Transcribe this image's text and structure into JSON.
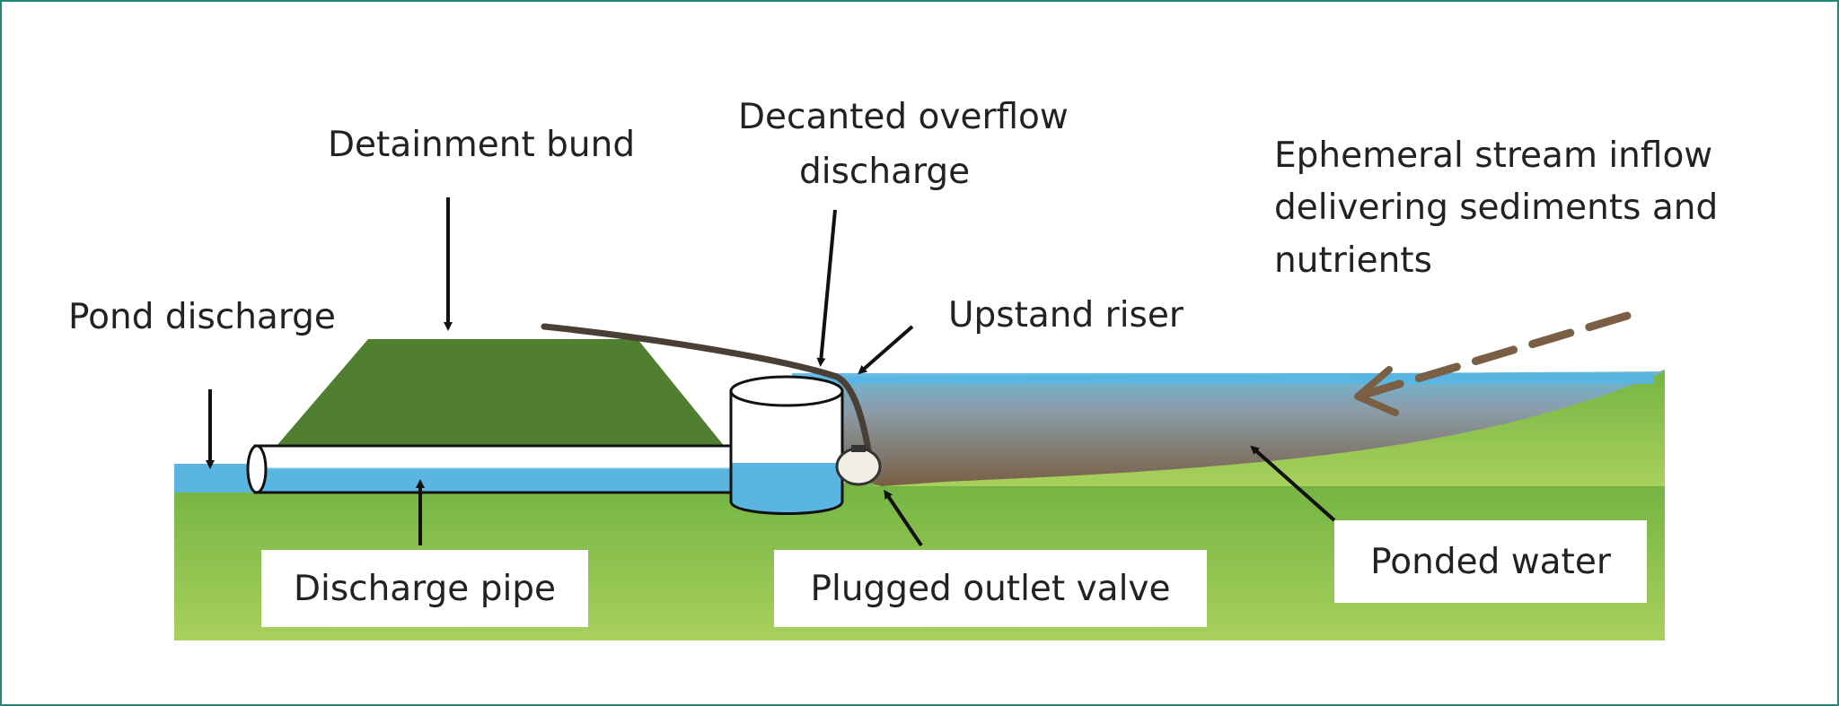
{
  "labels": {
    "pond_discharge": "Pond discharge",
    "detainment_bund": "Detainment bund",
    "decanted_overflow_line1": "Decanted overflow",
    "decanted_overflow_line2": "discharge",
    "upstand_riser": "Upstand riser",
    "ephemeral_line1": "Ephemeral stream inflow",
    "ephemeral_line2": "delivering sediments and",
    "ephemeral_line3": "nutrients",
    "discharge_pipe": "Discharge pipe",
    "plugged_outlet_valve": "Plugged outlet valve",
    "ponded_water": "Ponded water"
  },
  "colors": {
    "frame_border": "#1f8a78",
    "bund": "#4f7f2f",
    "ground_top": "#74b443",
    "ground_bottom": "#a7cf5b",
    "water": "#55b7e2",
    "sediment": "#7a6a58",
    "inflow_arrow": "#7a5f45",
    "hose": "#4a3f34"
  }
}
